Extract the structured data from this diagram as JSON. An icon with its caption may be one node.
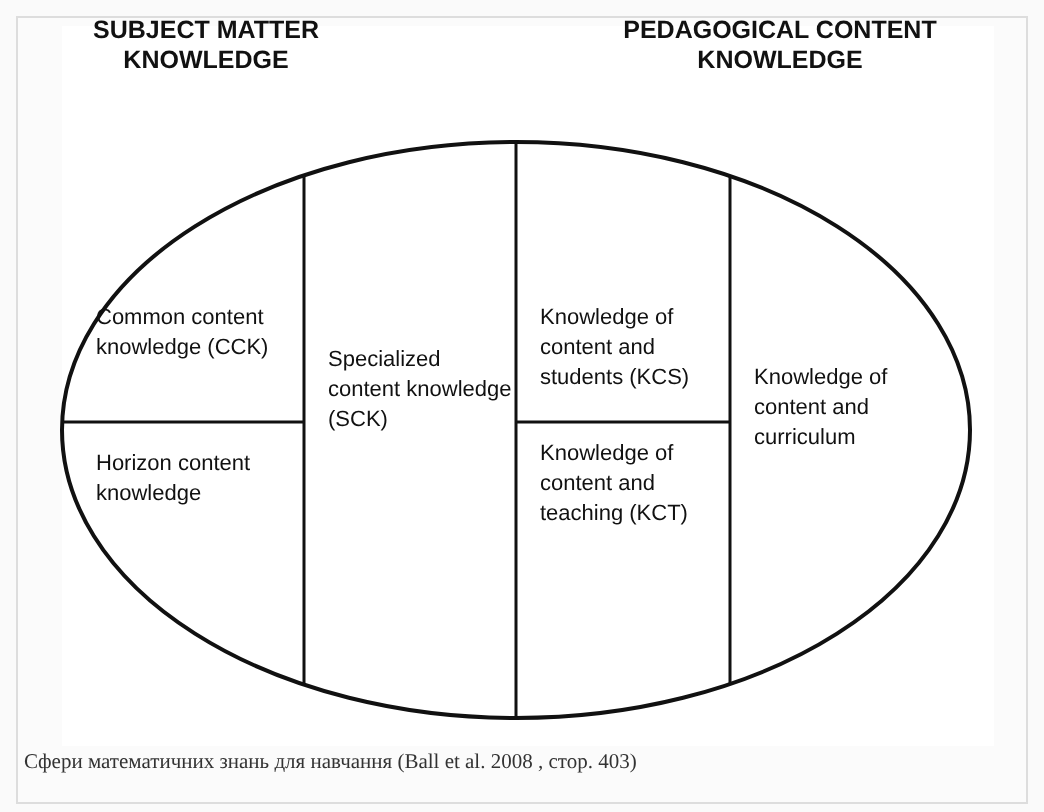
{
  "diagram": {
    "caption": "Сфери математичних знань для навчання (Ball et al. 2008 , стор. 403)",
    "nodes": [
      {
        "text": [],
        "shape": "ellipse"
      },
      {
        "text": [
          "Common content knowledge (CCK)"
        ],
        "in": 0
      },
      {
        "text": [
          "Horizon content knowledge"
        ],
        "in": 0
      },
      {
        "text": [
          "Specialized content knowledge (SCK)"
        ],
        "in": 0
      },
      {
        "text": [
          "Knowledge of content and students (KCS)"
        ],
        "in": 0
      },
      {
        "text": [
          "Knowledge of content and teaching (KCT)"
        ],
        "in": 0
      },
      {
        "text": [
          "Knowledge of content and curriculum"
        ],
        "in": 0
      }
    ],
    "edges": [],
    "labels": [
      "SUBJECT MATTER KNOWLEDGE",
      "PEDAGOGICAL CONTENT KNOWLEDGE"
    ]
  }
}
